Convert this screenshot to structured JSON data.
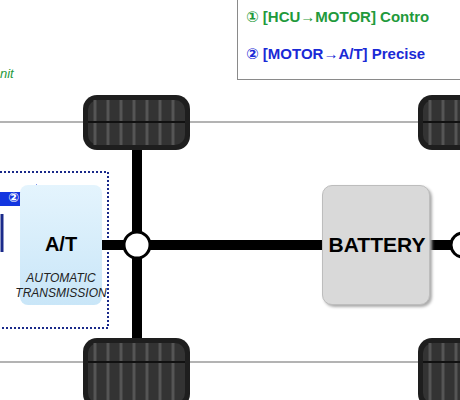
{
  "diagram": {
    "nodes": [
      {
        "text": [
          "① [HCU→MOTOR] Contro",
          "② [MOTOR→A/T] Precise"
        ]
      },
      {
        "text": [
          "A/T",
          "AUTOMATIC TRANSMISSION"
        ]
      },
      {
        "text": [
          "BATTERY"
        ]
      }
    ],
    "edges": [
      {
        "from": 1,
        "to": 2,
        "arrow": "none"
      }
    ],
    "labels": [
      "nit",
      "②"
    ]
  }
}
